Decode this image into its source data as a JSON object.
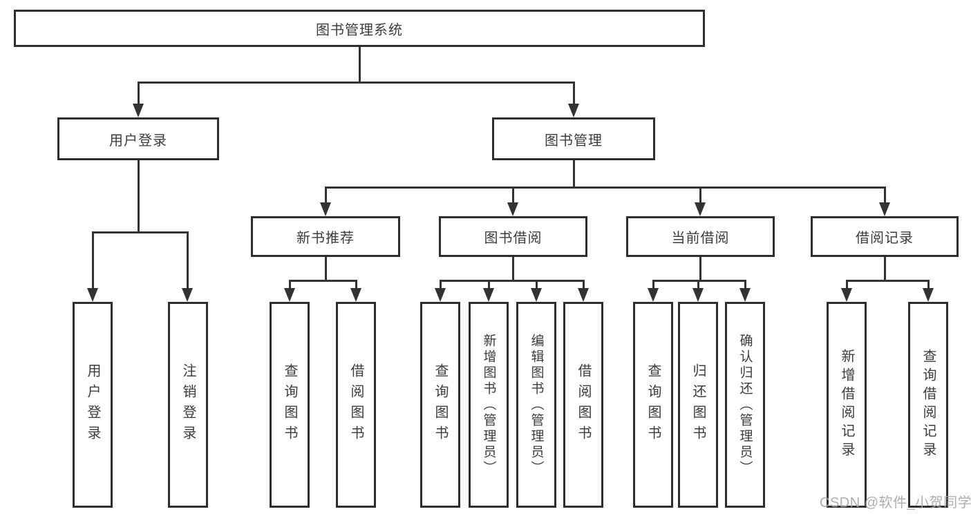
{
  "title": "图书管理系统",
  "watermark": "CSDN @软件_小贺同学",
  "level2": [
    {
      "label": "用户登录"
    },
    {
      "label": "图书管理"
    }
  ],
  "level3": [
    {
      "label": "新书推荐",
      "parent": "图书管理"
    },
    {
      "label": "图书借阅",
      "parent": "图书管理"
    },
    {
      "label": "当前借阅",
      "parent": "图书管理"
    },
    {
      "label": "借阅记录",
      "parent": "图书管理"
    }
  ],
  "leaves": [
    {
      "label": "用户登录",
      "parent": "用户登录"
    },
    {
      "label": "注销登录",
      "parent": "用户登录"
    },
    {
      "label": "查询图书",
      "parent": "新书推荐"
    },
    {
      "label": "借阅图书",
      "parent": "新书推荐"
    },
    {
      "label": "查询图书",
      "parent": "图书借阅"
    },
    {
      "label": "新增图书（管理员）",
      "parent": "图书借阅"
    },
    {
      "label": "编辑图书（管理员）",
      "parent": "图书借阅"
    },
    {
      "label": "借阅图书",
      "parent": "图书借阅"
    },
    {
      "label": "查询图书",
      "parent": "当前借阅"
    },
    {
      "label": "归还图书",
      "parent": "当前借阅"
    },
    {
      "label": "确认归还（管理员）",
      "parent": "当前借阅"
    },
    {
      "label": "新增借阅记录",
      "parent": "借阅记录"
    },
    {
      "label": "查询借阅记录",
      "parent": "借阅记录"
    }
  ],
  "colors": {
    "line": "#333333",
    "border": "#2e2e2e",
    "text": "#3c3c3c",
    "watermark_text": "#a6a6a6",
    "background": "#ffffff"
  }
}
